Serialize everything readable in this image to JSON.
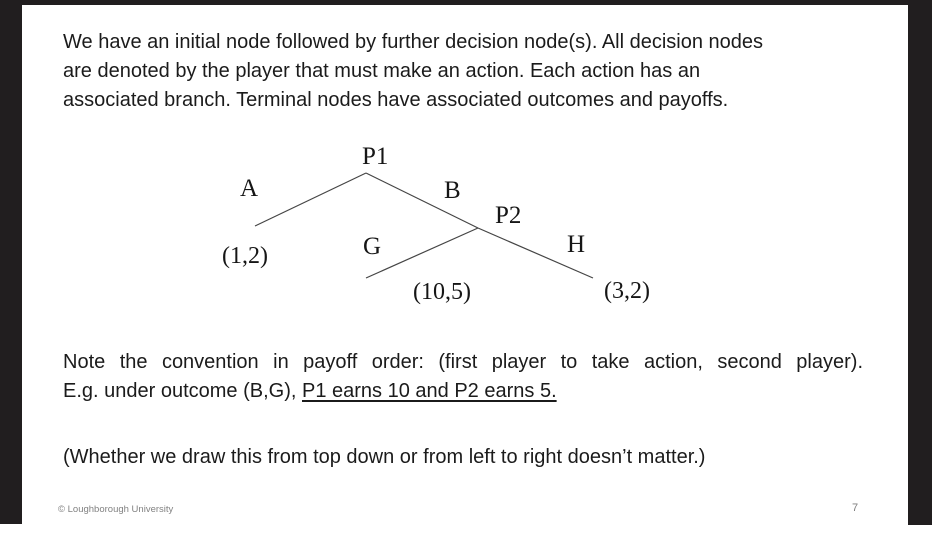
{
  "frame": {
    "bar_color": "#211e1f"
  },
  "slide": {
    "intro_lines": [
      "We have an initial node followed by further decision node(s). All decision nodes",
      "are denoted by the player that must make an action. Each action has an",
      "associated branch. Terminal nodes have associated outcomes and payoffs."
    ],
    "tree": {
      "type": "game-tree",
      "node1_label": "P1",
      "node2_label": "P2",
      "branch_a_label": "A",
      "branch_b_label": "B",
      "branch_g_label": "G",
      "branch_h_label": "H",
      "payoff_a": "(1,2)",
      "payoff_g": "(10,5)",
      "payoff_h": "(3,2)"
    },
    "note": {
      "line1": "Note the convention in payoff order: (first player to take action, second player).",
      "line2_prefix": "E.g. under outcome (B,G), ",
      "line2_underlined": "P1 earns 10 and P2 earns 5."
    },
    "aside_text": "(Whether we draw this from top down or from left to right doesn’t matter.)",
    "footer": {
      "copyright": "© Loughborough University",
      "page_number": "7"
    }
  }
}
